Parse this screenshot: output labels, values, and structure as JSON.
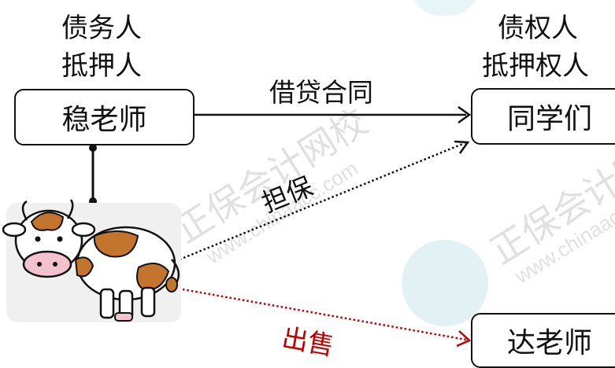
{
  "left_roles": [
    "债务人",
    "抵押人"
  ],
  "right_roles": [
    "债权人",
    "抵押权人"
  ],
  "debtor_box": "稳老师",
  "creditor_box": "同学们",
  "buyer_box": "达老师",
  "edge_loan": "借贷合同",
  "edge_guarantee": "担保",
  "edge_sale": "出售",
  "watermark_cn": "正保会计网校",
  "watermark_url": "www.chinaacc.com",
  "colors": {
    "line": "#111111",
    "sale": "#c00000",
    "watermark": "#c8c8c8"
  }
}
